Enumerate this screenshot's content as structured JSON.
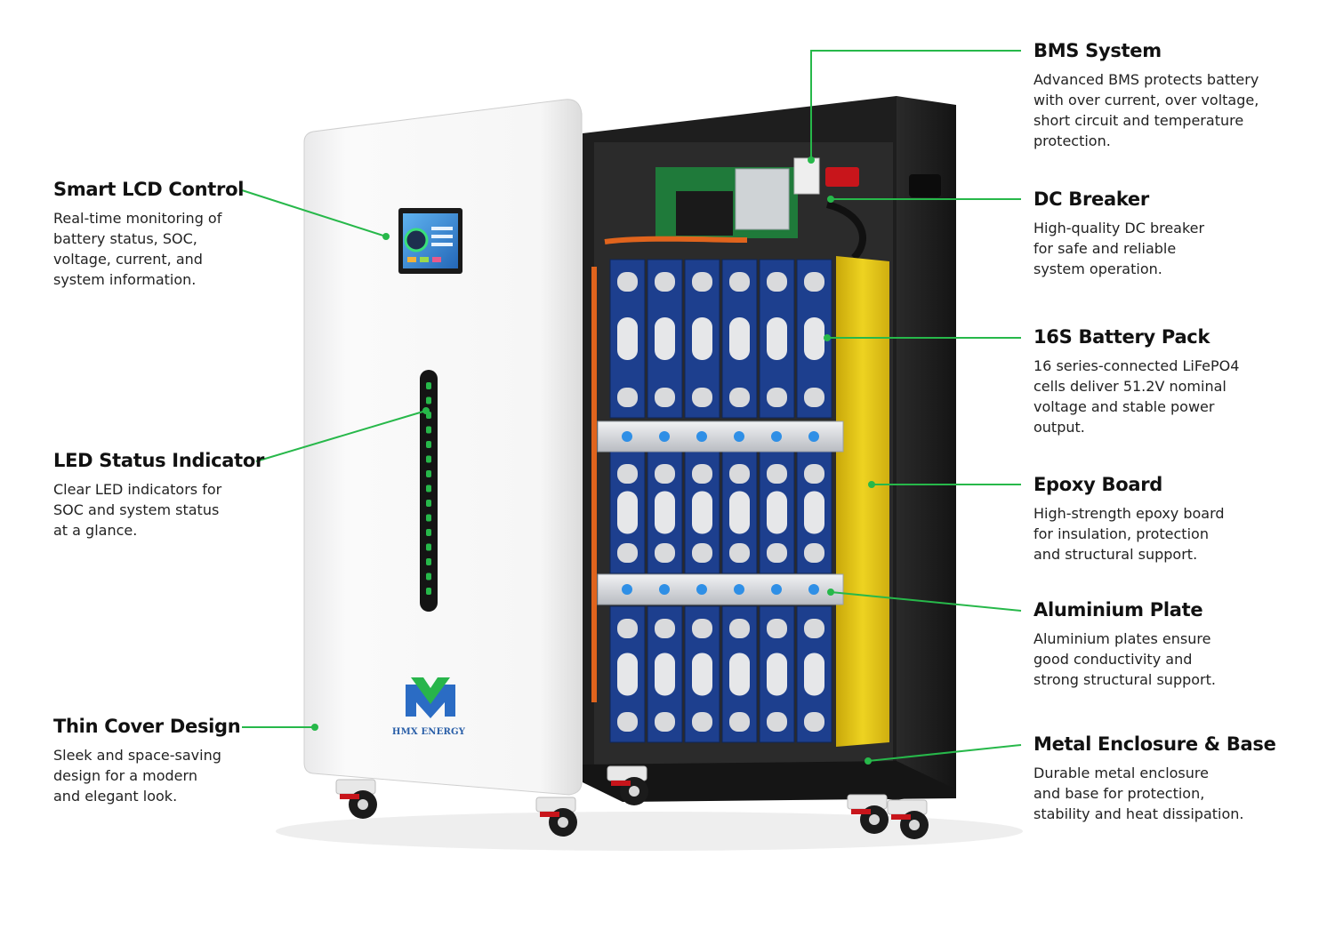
{
  "brand": {
    "logo_text": "HMX ENERGY",
    "colors": {
      "green": "#27b84a",
      "blue": "#1f5fb3",
      "cell_blue": "#1d3f8e",
      "epoxy_yellow": "#e6c714",
      "lcd_blue": "#3a8fd6"
    }
  },
  "callouts": {
    "left": [
      {
        "id": "smart-lcd",
        "title": "Smart LCD Control",
        "desc": "Real-time monitoring of\nbattery status, SOC,\nvoltage, current, and\nsystem information."
      },
      {
        "id": "led-status",
        "title": "LED Status Indicator",
        "desc": "Clear LED indicators for\nSOC and system status\nat a glance."
      },
      {
        "id": "thin-cover",
        "title": "Thin Cover Design",
        "desc": "Sleek and space-saving\ndesign for a modern\nand elegant look."
      }
    ],
    "right": [
      {
        "id": "bms",
        "title": "BMS System",
        "desc": "Advanced BMS protects battery\nwith over current, over voltage,\nshort circuit and temperature\nprotection."
      },
      {
        "id": "dc-breaker",
        "title": "DC Breaker",
        "desc": "High-quality DC breaker\nfor safe and reliable\nsystem operation."
      },
      {
        "id": "battery-pack",
        "title": "16S Battery Pack",
        "desc": "16 series-connected LiFePO4\ncells deliver 51.2V nominal\nvoltage and stable power\noutput."
      },
      {
        "id": "epoxy",
        "title": "Epoxy Board",
        "desc": "High-strength epoxy board\nfor insulation, protection\nand structural support."
      },
      {
        "id": "aluminium",
        "title": "Aluminium Plate",
        "desc": "Aluminium plates ensure\ngood conductivity and\nstrong structural support."
      },
      {
        "id": "enclosure",
        "title": "Metal Enclosure & Base",
        "desc": "Durable metal enclosure\nand base for protection,\nstability and heat dissipation."
      }
    ]
  }
}
